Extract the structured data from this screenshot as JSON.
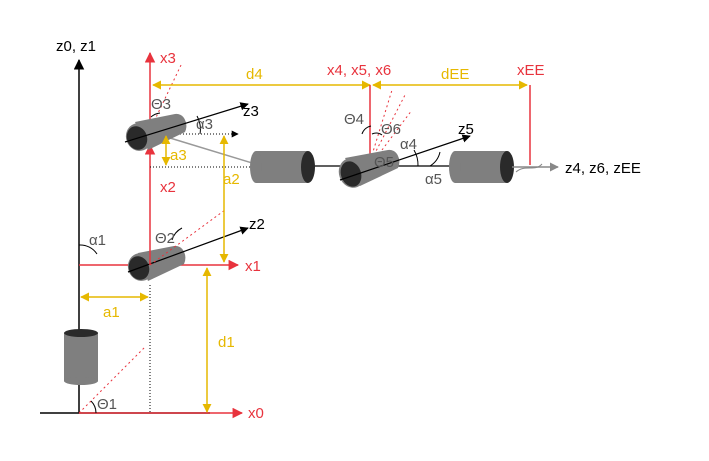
{
  "labels": {
    "z0z1": "z0, z1",
    "x3": "x3",
    "d4": "d4",
    "x4x5x6": "x4, x5, x6",
    "dEE": "dEE",
    "xEE": "xEE",
    "theta3": "Θ3",
    "z3": "z3",
    "alpha3": "α3",
    "a3": "a3",
    "a2": "a2",
    "x2": "x2",
    "theta4": "Θ4",
    "theta6": "Θ6",
    "theta5": "Θ5",
    "alpha4": "α4",
    "alpha5": "α5",
    "z5": "z5",
    "z4z6zEE": "z4, z6, zEE",
    "alpha1": "α1",
    "theta2": "Θ2",
    "z2": "z2",
    "x1": "x1",
    "a1": "a1",
    "d1": "d1",
    "theta1": "Θ1",
    "x0": "x0"
  },
  "colors": {
    "frame_axis": "#e8333d",
    "dimension": "#e6b800",
    "joint_body": "#7f7f7f",
    "joint_face": "#2a2a2a",
    "axis": "#000000"
  }
}
